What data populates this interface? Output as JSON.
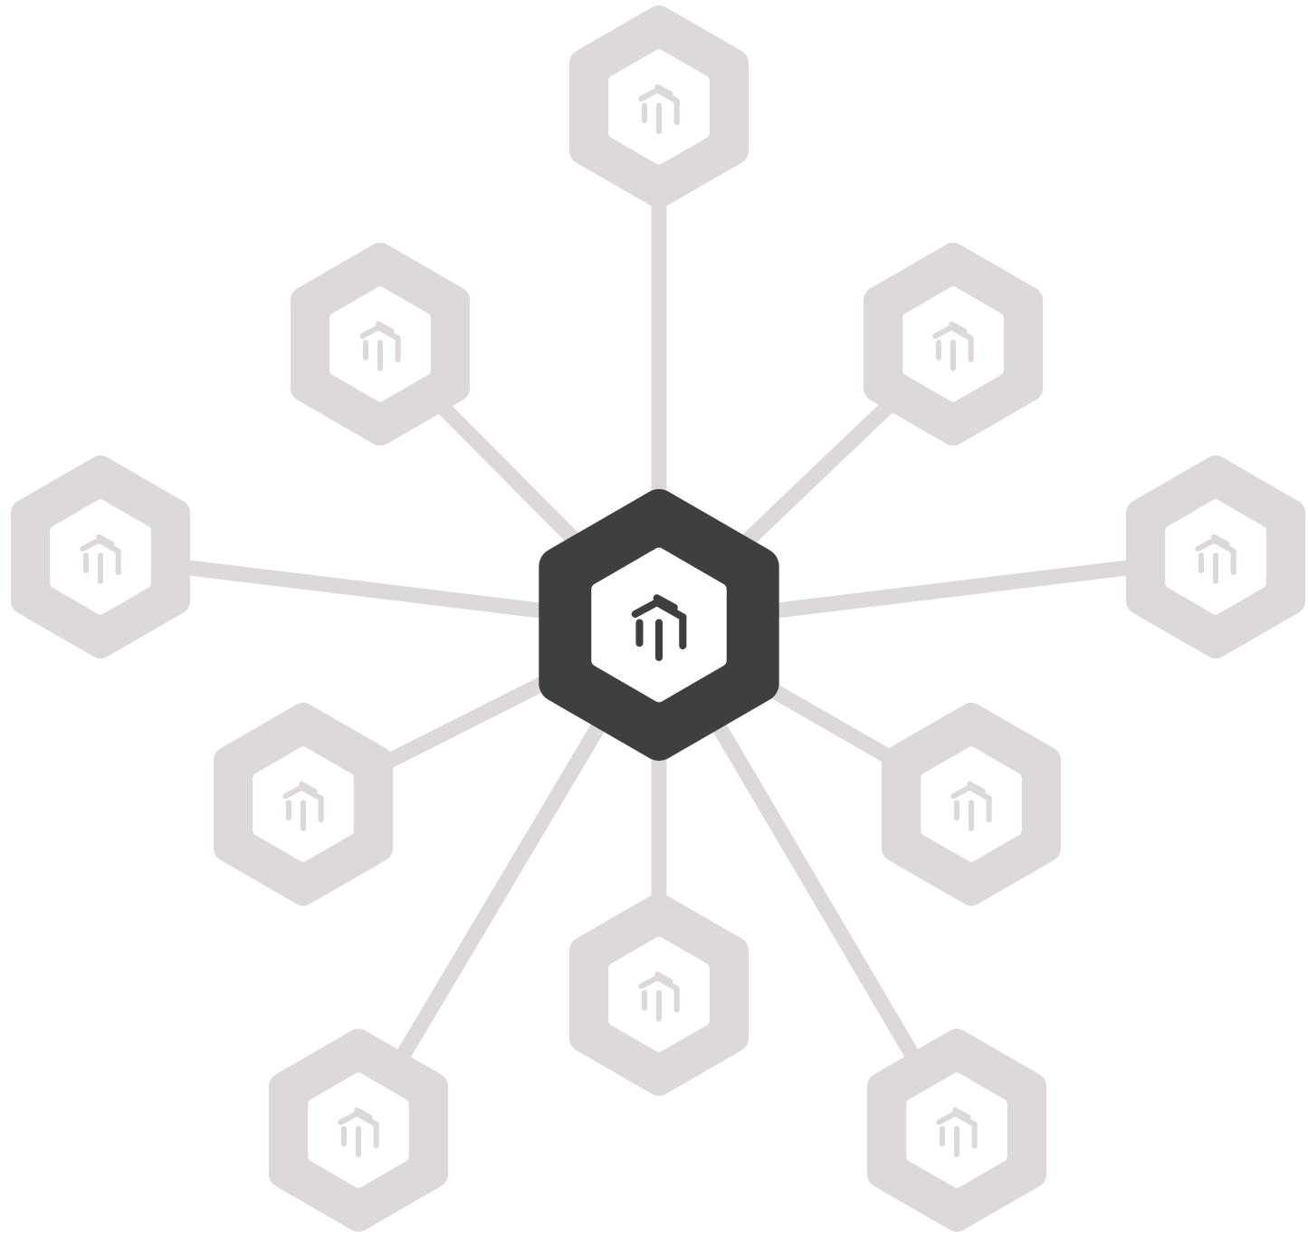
{
  "colors": {
    "background": "#ffffff",
    "hub": "#3f3f3f",
    "satellite": "#ded9d9",
    "connector": "#ded9d9",
    "icon_fill": "#ffffff"
  },
  "hub": {
    "icon": "cube-logo-icon"
  },
  "satellites": [
    {
      "id": "node-top",
      "icon": "cube-logo-icon"
    },
    {
      "id": "node-upper-left",
      "icon": "cube-logo-icon"
    },
    {
      "id": "node-upper-right",
      "icon": "cube-logo-icon"
    },
    {
      "id": "node-left",
      "icon": "cube-logo-icon"
    },
    {
      "id": "node-right",
      "icon": "cube-logo-icon"
    },
    {
      "id": "node-lower-left",
      "icon": "cube-logo-icon"
    },
    {
      "id": "node-lower-right",
      "icon": "cube-logo-icon"
    },
    {
      "id": "node-bottom-center",
      "icon": "cube-logo-icon"
    },
    {
      "id": "node-bottom-left",
      "icon": "cube-logo-icon"
    },
    {
      "id": "node-bottom-right",
      "icon": "cube-logo-icon"
    }
  ]
}
